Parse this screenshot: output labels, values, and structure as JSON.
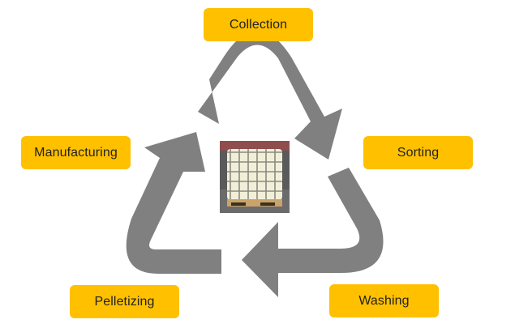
{
  "diagram": {
    "type": "recycling-cycle",
    "steps": [
      {
        "label": "Collection"
      },
      {
        "label": "Sorting"
      },
      {
        "label": "Washing"
      },
      {
        "label": "Pelletizing"
      },
      {
        "label": "Manufacturing"
      }
    ],
    "center_image": "ibc-tote-container-photo",
    "colors": {
      "label_fill": "#ffc000",
      "arrow_fill": "#808080",
      "label_text": "#222222"
    }
  }
}
